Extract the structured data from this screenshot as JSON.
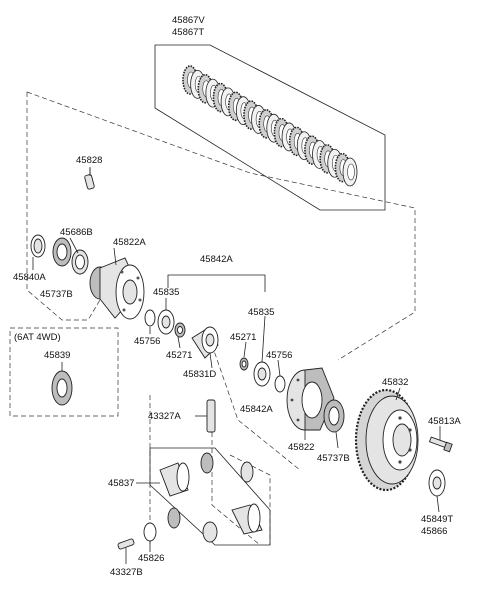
{
  "labels": {
    "plates_v": "45867V",
    "plates_t": "45867T",
    "pin_top": "45828",
    "seal_left": "45840A",
    "bearing_cup": "45686B",
    "case_left": "45822A",
    "bearing_left": "45737B",
    "group": "45842A",
    "washer_tl": "45835",
    "washer_tl2": "45756",
    "washer_m": "45271",
    "washer_tr": "45835",
    "washer_r": "45271",
    "washer_r2": "45756",
    "shaft": "45831D",
    "case_mid": "45842A",
    "variant_note": "(6AT 4WD)",
    "variant_part": "45839",
    "pinion_shaft": "43327A",
    "case_right": "45822",
    "bearing_right": "45737B",
    "ring_gear": "45832",
    "bolt": "45813A",
    "gear_set": "45837",
    "shim_a": "45849T",
    "shim_b": "45866",
    "washer_b": "45826",
    "pin_bottom": "43327B"
  }
}
